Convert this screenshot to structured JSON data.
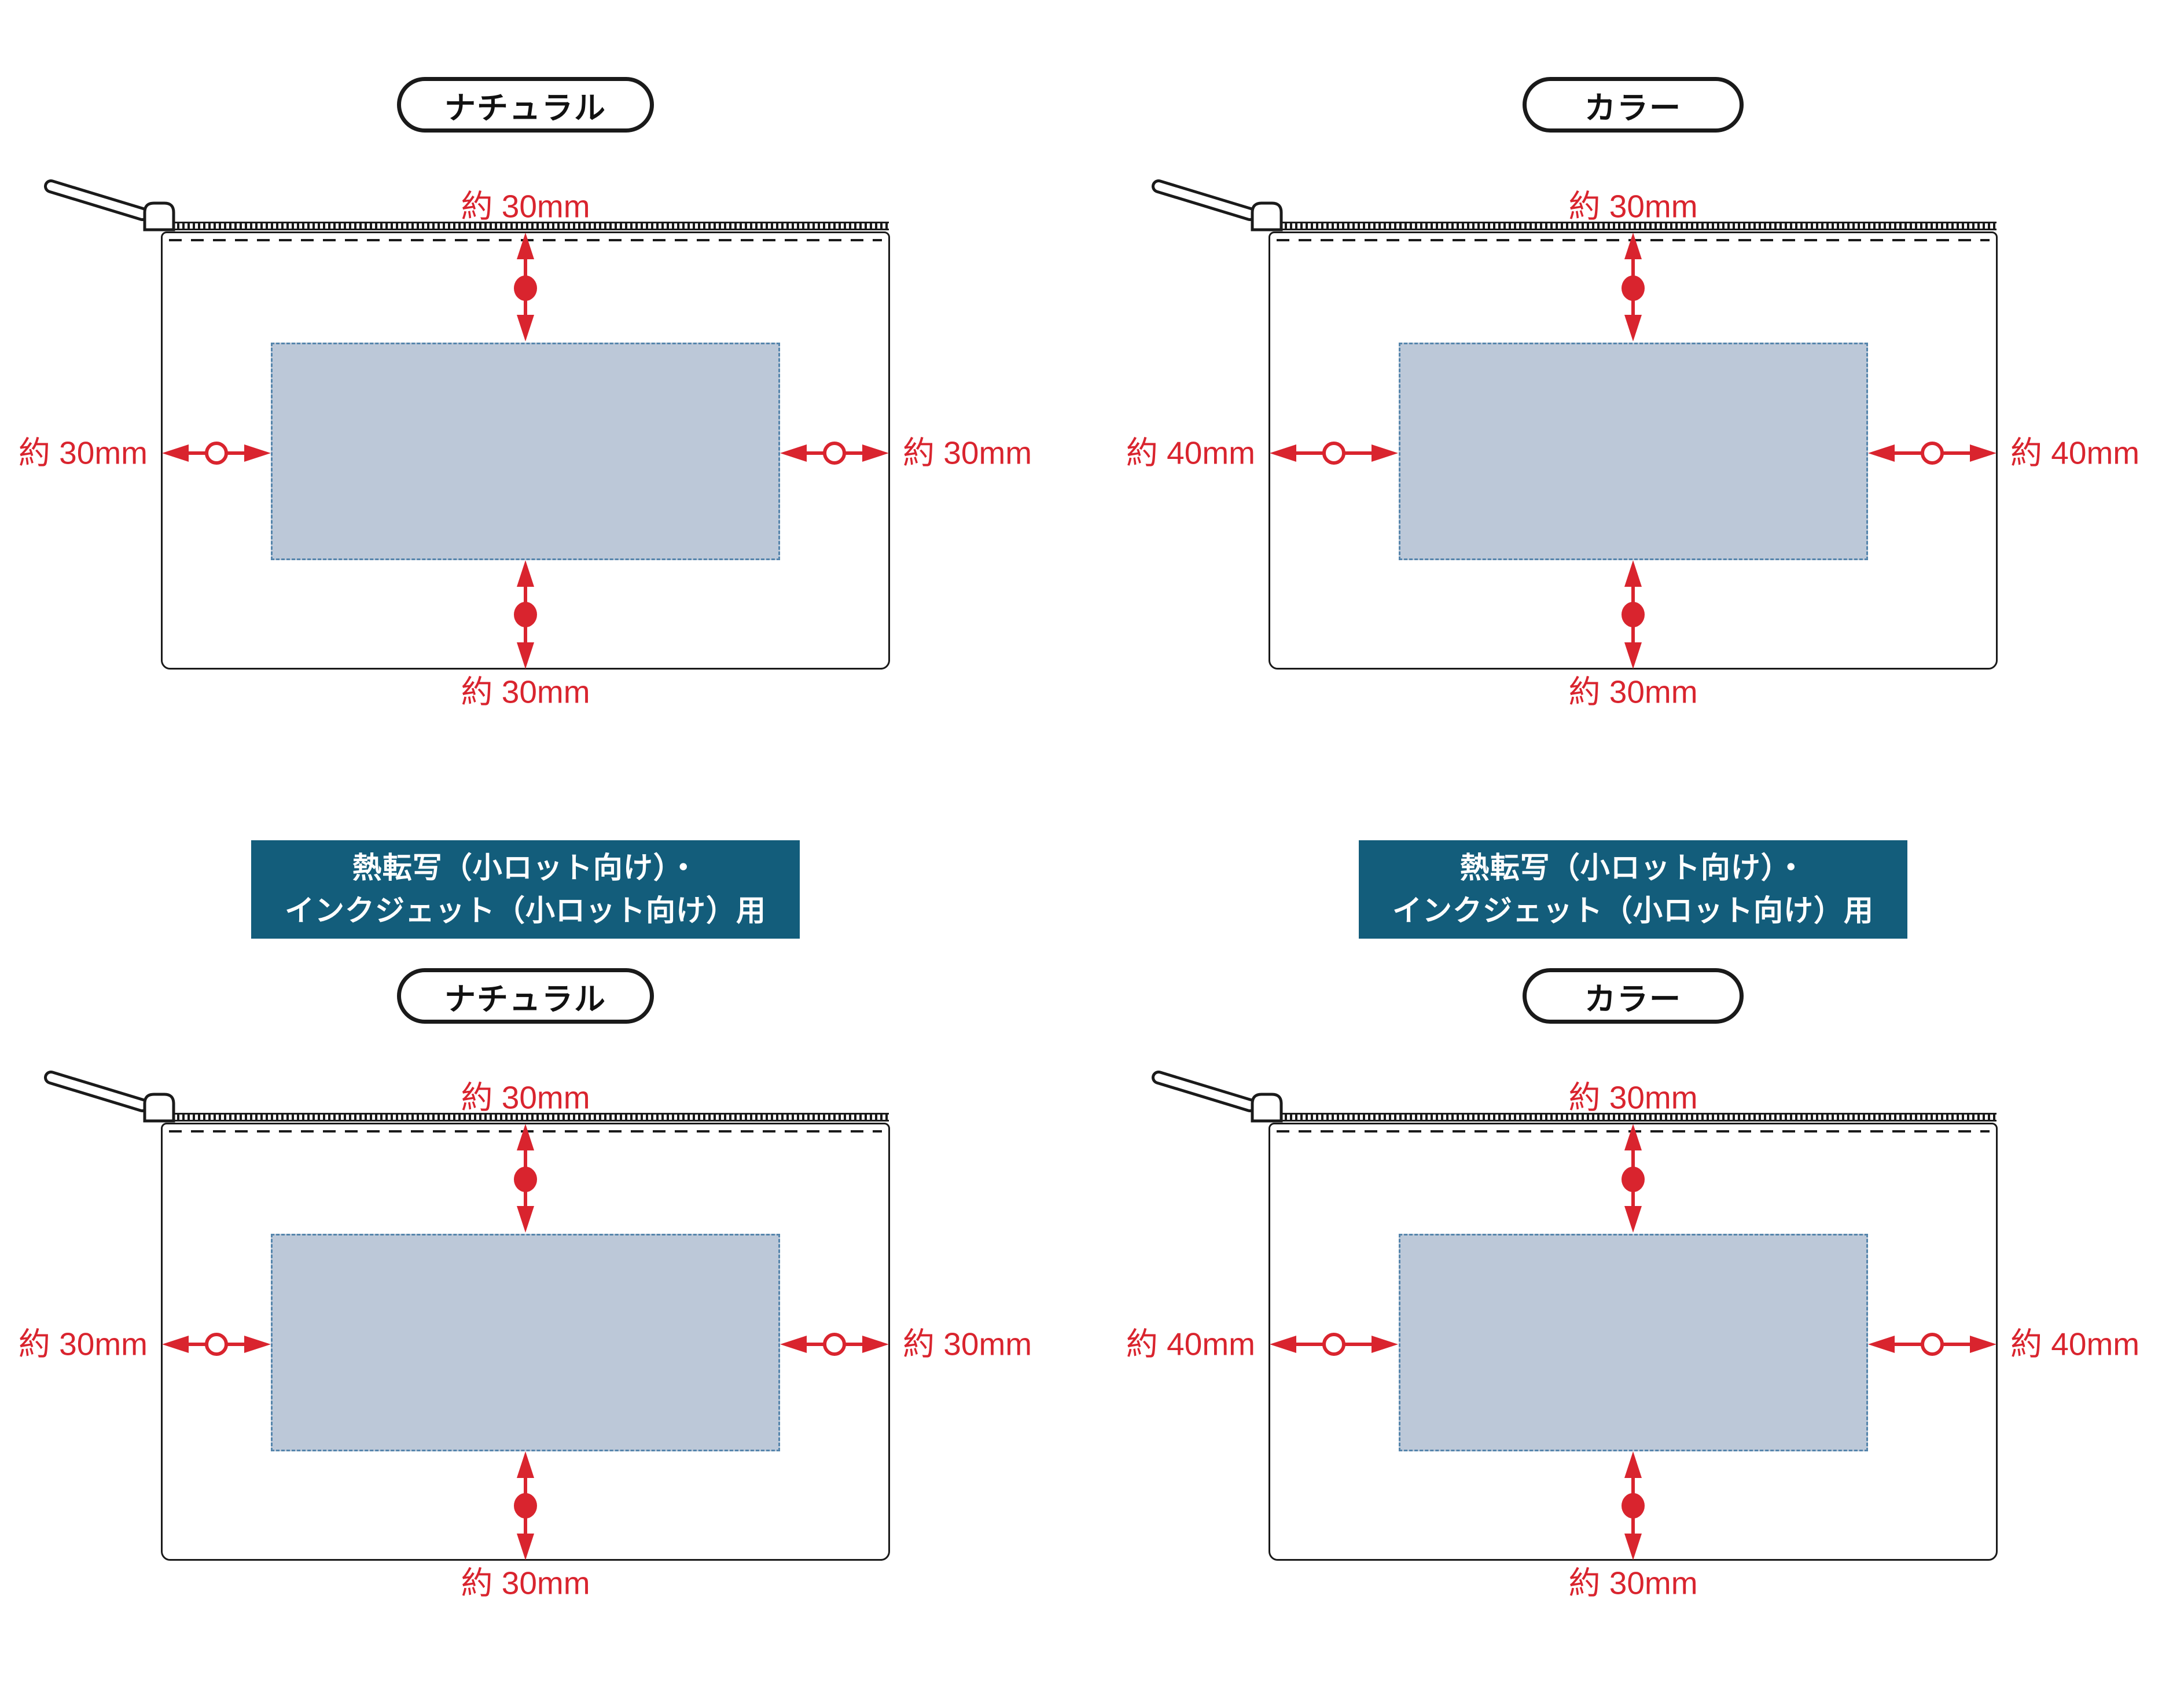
{
  "page": {
    "background": "#FFFFFF"
  },
  "colors": {
    "dimension_red": "#D9242E",
    "header_teal": "#135D7B",
    "line_art": "#1A1A1A",
    "print_area_fill": "#BCC8D8",
    "print_area_border": "#5585AC"
  },
  "panels": [
    {
      "name": "top-left",
      "variant": "natural",
      "variant_label": "ナチュラル",
      "margin_top": "約 30mm",
      "margin_bottom": "約 30mm",
      "margin_left": "約 30mm",
      "margin_right": "約 30mm"
    },
    {
      "name": "top-right",
      "variant": "color",
      "variant_label": "カラー",
      "margin_top": "約 30mm",
      "margin_bottom": "約 30mm",
      "margin_left": "約 40mm",
      "margin_right": "約 40mm"
    },
    {
      "name": "bottom-left",
      "variant": "natural",
      "variant_label": "ナチュラル",
      "header": {
        "line1": "熱転写（小ロット向け）・",
        "line2": "インクジェット（小ロット向け）用"
      },
      "margin_top": "約 30mm",
      "margin_bottom": "約 30mm",
      "margin_left": "約 30mm",
      "margin_right": "約 30mm"
    },
    {
      "name": "bottom-right",
      "variant": "color",
      "variant_label": "カラー",
      "header": {
        "line1": "熱転写（小ロット向け）・",
        "line2": "インクジェット（小ロット向け）用"
      },
      "margin_top": "約 30mm",
      "margin_bottom": "約 30mm",
      "margin_left": "約 40mm",
      "margin_right": "約 40mm"
    }
  ]
}
